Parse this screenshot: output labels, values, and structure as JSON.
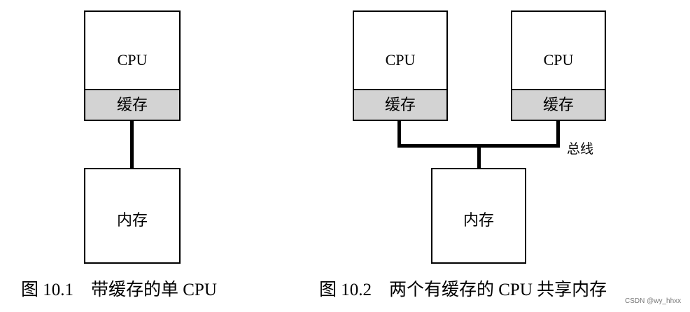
{
  "figure1": {
    "cpu": {
      "label": "CPU",
      "cache": "缓存"
    },
    "memory": "内存",
    "caption": "图 10.1　带缓存的单 CPU"
  },
  "figure2": {
    "cpus": [
      {
        "label": "CPU",
        "cache": "缓存"
      },
      {
        "label": "CPU",
        "cache": "缓存"
      }
    ],
    "bus_label": "总线",
    "memory": "内存",
    "caption": "图 10.2　两个有缓存的 CPU 共享内存"
  },
  "watermark": "CSDN @wy_hhxx",
  "colors": {
    "cache_fill": "#d3d3d3",
    "line": "#000000"
  }
}
